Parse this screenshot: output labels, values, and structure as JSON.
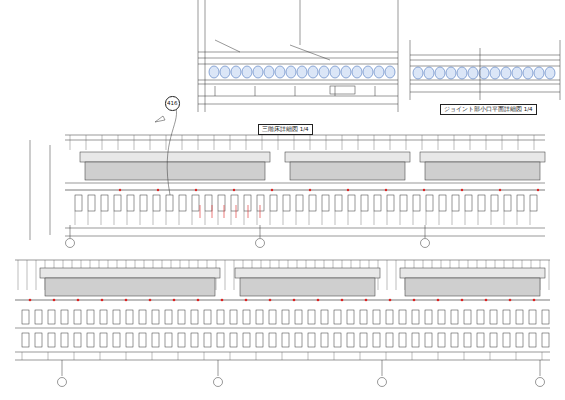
{
  "diagram": {
    "nodes": [
      {
        "text": [
          "三階床詳細図 1/4"
        ]
      },
      {
        "text": [
          "ジョイント部小口平面詳細図 1/4"
        ]
      },
      {
        "text": [
          "416"
        ]
      }
    ]
  }
}
